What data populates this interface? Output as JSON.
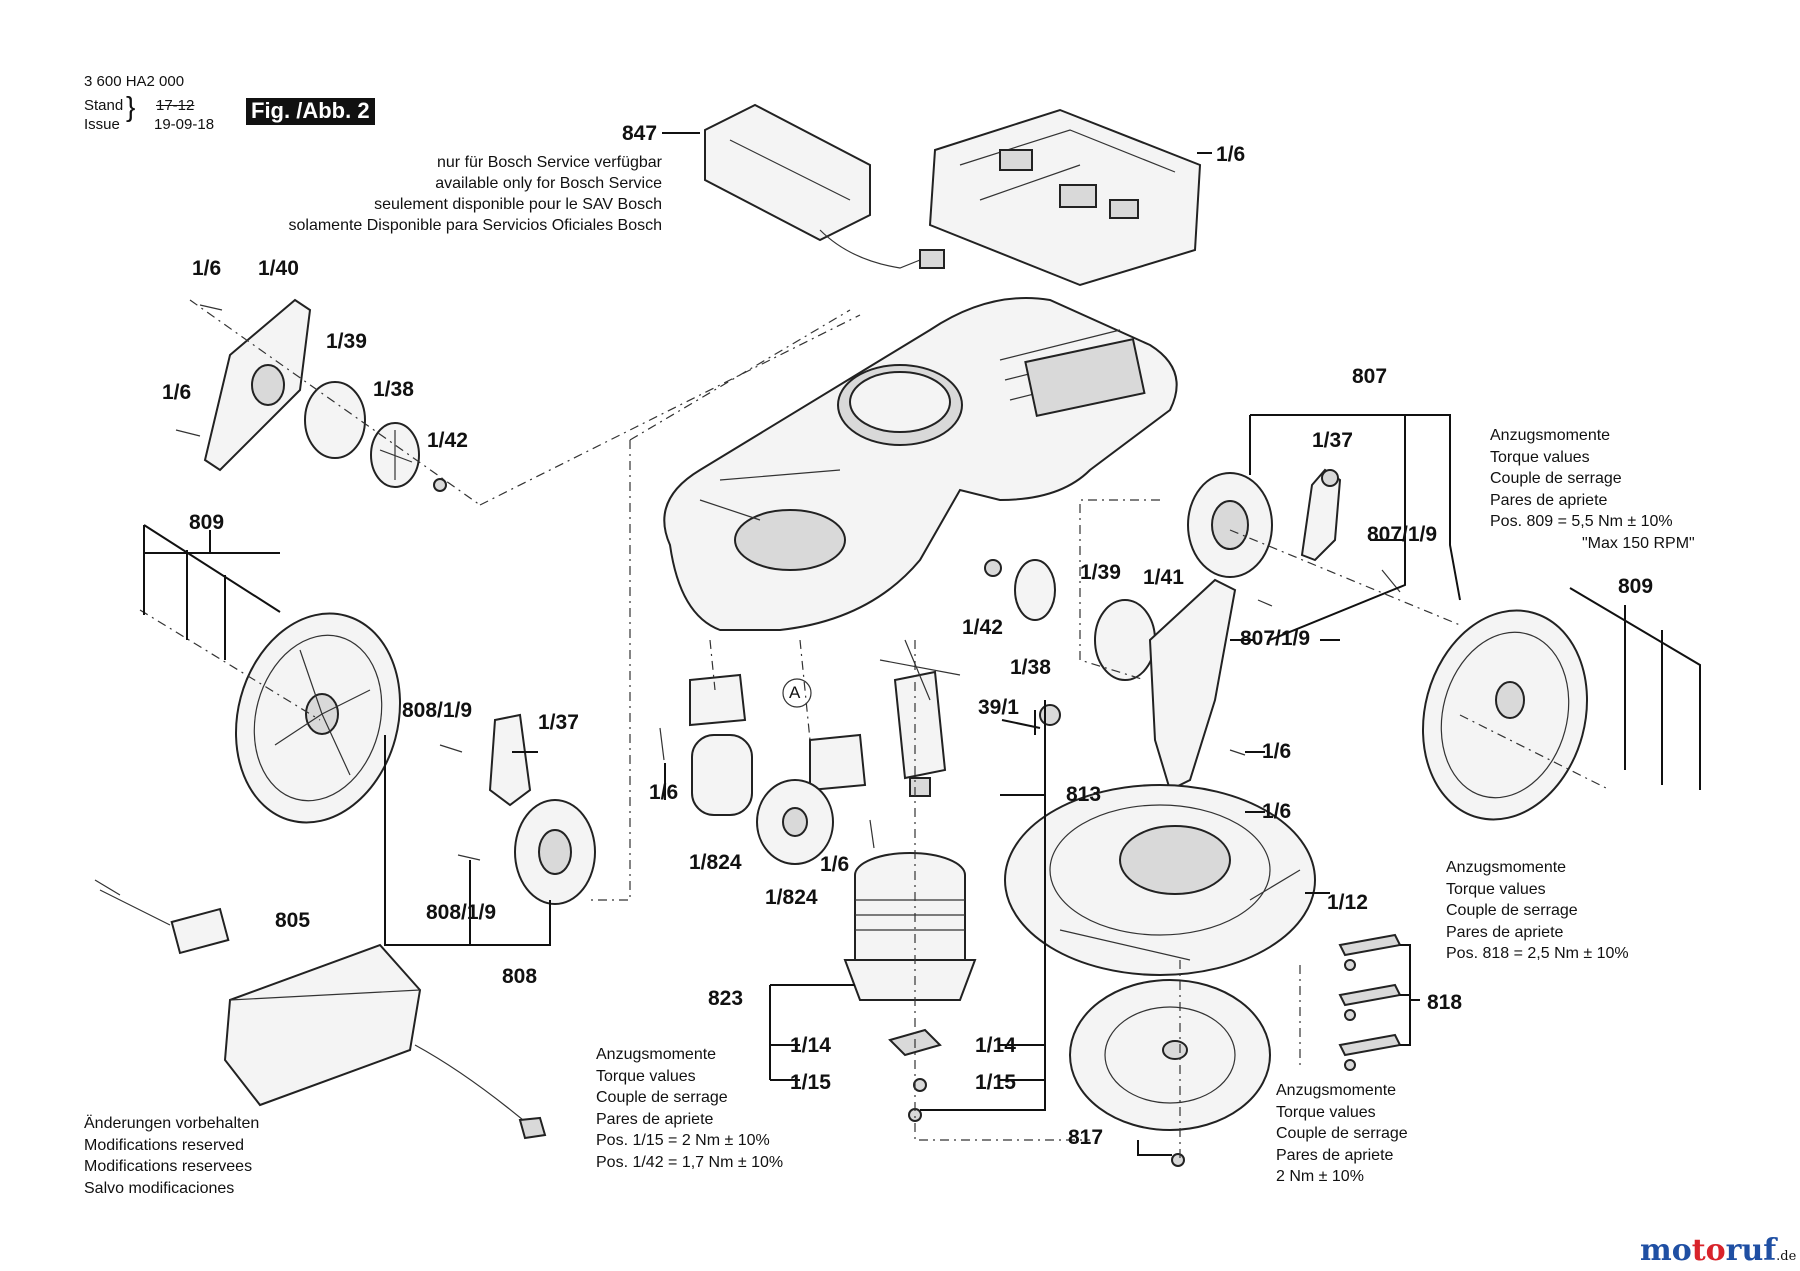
{
  "header": {
    "doc_number": "3 600 HA2 000",
    "stand_label": "Stand",
    "issue_label": "Issue",
    "stand_date_struck": "17-12",
    "issue_date": "19-09-18",
    "figure": "Fig. /Abb. 2"
  },
  "service_note": [
    "nur für Bosch Service verfügbar",
    "available only for Bosch Service",
    "seulement disponible pour le SAV Bosch",
    "solamente Disponible para Servicios Oficiales Bosch"
  ],
  "part_labels": {
    "p847": "847",
    "p1_6_top": "1/6",
    "p1_6_a": "1/6",
    "p1_40": "1/40",
    "p1_39_left": "1/39",
    "p1_6_b": "1/6",
    "p1_38_left": "1/38",
    "p1_42_left": "1/42",
    "p807": "807",
    "p1_37_right": "1/37",
    "p807_1_9_a": "807/1/9",
    "p807_1_9_b": "807/1/9",
    "p809_left": "809",
    "p809_right": "809",
    "p1_42_mid": "1/42",
    "p1_38_mid": "1/38",
    "p1_39_mid": "1/39",
    "p1_41": "1/41",
    "p808_1_9_a": "808/1/9",
    "p1_37_left": "1/37",
    "p808_1_9_b": "808/1/9",
    "p808": "808",
    "pA": "A",
    "p39_1": "39/1",
    "p1_6_c": "1/6",
    "p1_6_d": "1/6",
    "p1_6_e": "1/6",
    "p1_6_f": "1/6",
    "p813": "813",
    "p1_824_a": "1/824",
    "p1_824_b": "1/824",
    "p805": "805",
    "p1_12": "1/12",
    "p823": "823",
    "p818": "818",
    "p1_14_a": "1/14",
    "p1_14_b": "1/14",
    "p1_15_a": "1/15",
    "p1_15_b": "1/15",
    "p817": "817"
  },
  "torque_notes": {
    "right_top": [
      "Anzugsmomente",
      "Torque values",
      "Couple de serrage",
      "Pares de apriete",
      "Pos. 809 = 5,5 Nm  ± 10%",
      "\"Max 150 RPM\""
    ],
    "right_mid": [
      "Anzugsmomente",
      "Torque values",
      "Couple de serrage",
      "Pares de apriete",
      "Pos. 818 = 2,5 Nm  ± 10%"
    ],
    "bottom_center": [
      "Anzugsmomente",
      "Torque values",
      "Couple de serrage",
      "Pares de apriete",
      "Pos. 1/15 = 2 Nm  ± 10%",
      "Pos. 1/42 = 1,7 Nm  ± 10%"
    ],
    "bottom_right": [
      "Anzugsmomente",
      "Torque values",
      "Couple de serrage",
      "Pares de apriete",
      "2 Nm  ± 10%"
    ]
  },
  "modifications": [
    "Änderungen vorbehalten",
    "Modifications reserved",
    "Modifications reservees",
    "Salvo modificaciones"
  ],
  "watermark": {
    "main": "motoruf",
    "suffix": ".de"
  },
  "colors": {
    "ink": "#111111",
    "badge_bg": "#111111",
    "brand_mo": "#1f4fa3",
    "brand_to": "#d8232a",
    "brand_ruf": "#1f4fa3"
  }
}
